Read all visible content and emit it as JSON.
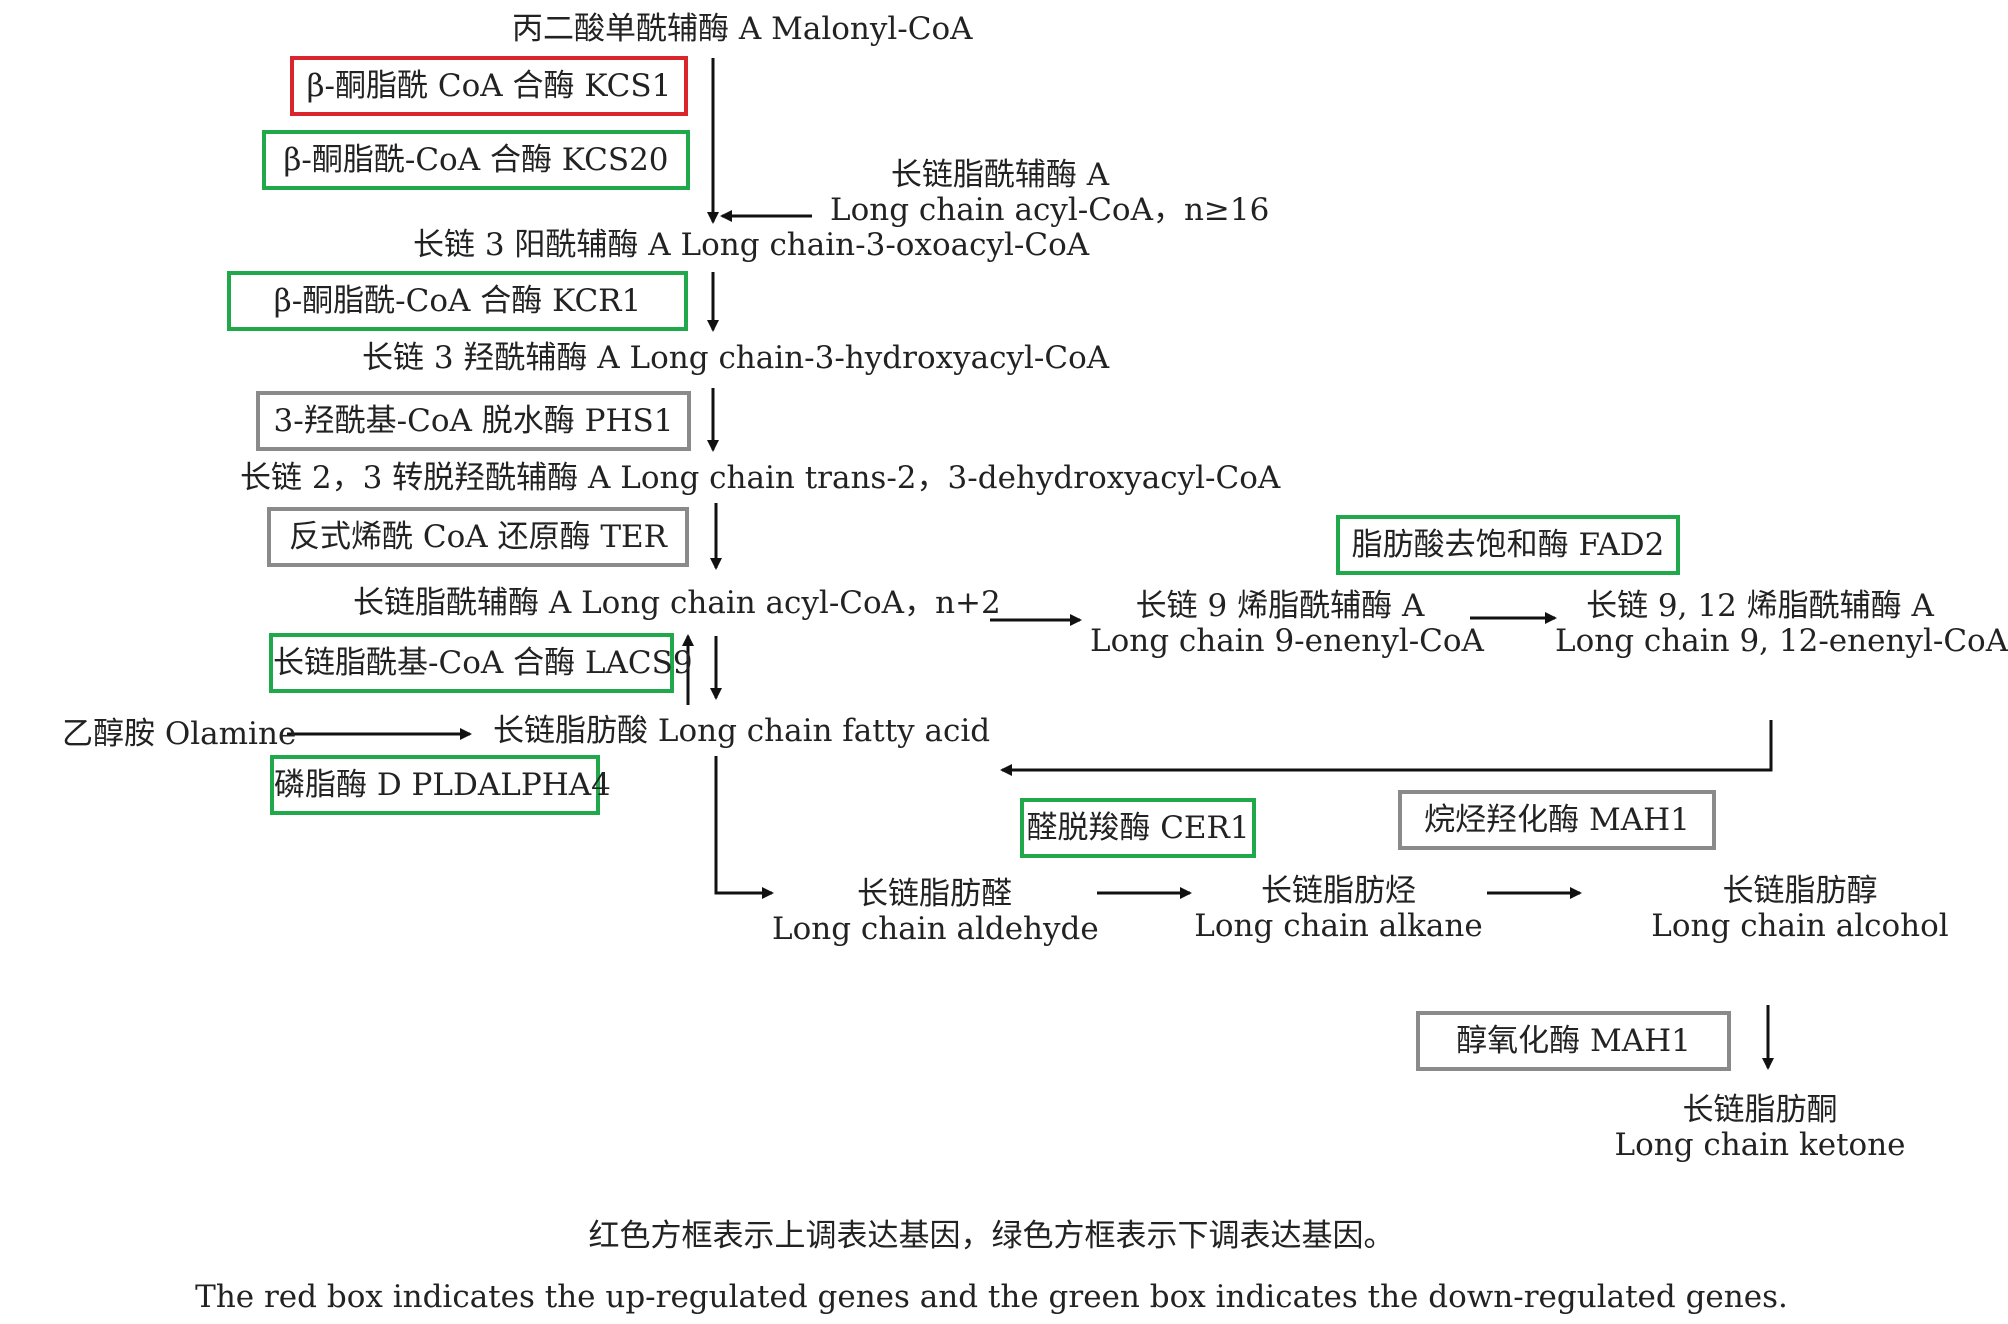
{
  "nodes": {
    "malonyl": "丙二酸单酰辅酶 A Malonyl-CoA",
    "long_acyl_zh": "长链脂酰辅酶 A",
    "long_acyl_en": "Long chain acyl-CoA，n≥16",
    "oxoacyl": "长链 3 阳酰辅酶 A Long chain-3-oxoacyl-CoA",
    "hydroxyacyl": "长链 3 羟酰辅酶 A Long chain-3-hydroxyacyl-CoA",
    "trans_dehydroxy": "长链 2，3 转脱羟酰辅酶 A Long chain trans-2，3-dehydroxyacyl-CoA",
    "acyl_n2": "长链脂酰辅酶 A Long chain acyl-CoA，n+2",
    "enenyl9_zh": "长链 9 烯脂酰辅酶 A",
    "enenyl9_en": "Long chain 9-enenyl-CoA",
    "enenyl912_zh": "长链 9, 12 烯脂酰辅酶 A",
    "enenyl912_en": "Long chain 9, 12-enenyl-CoA",
    "olamine": "乙醇胺 Olamine",
    "fatty_acid": "长链脂肪酸 Long chain fatty acid",
    "aldehyde_zh": "长链脂肪醛",
    "aldehyde_en": "Long chain aldehyde",
    "alkane_zh": "长链脂肪烃",
    "alkane_en": "Long chain alkane",
    "alcohol_zh": "长链脂肪醇",
    "alcohol_en": "Long chain alcohol",
    "ketone_zh": "长链脂肪酮",
    "ketone_en": "Long chain ketone"
  },
  "genes": {
    "kcs1": "β-酮脂酰 CoA 合酶 KCS1",
    "kcs20": "β-酮脂酰-CoA 合酶 KCS20",
    "kcr1": "β-酮脂酰-CoA 合酶 KCR1",
    "phs1": "3-羟酰基-CoA 脱水酶 PHS1",
    "ter": "反式烯酰 CoA 还原酶 TER",
    "fad2": "脂肪酸去饱和酶 FAD2",
    "lacs9": "长链脂酰基-CoA 合酶 LACS9",
    "pldalpha4": "磷脂酶 D PLDALPHA4",
    "cer1": "醛脱羧酶 CER1",
    "mah1_alkane": "烷烃羟化酶 MAH1",
    "mah1_alcohol": "醇氧化酶 MAH1"
  },
  "caption": {
    "zh": "红色方框表示上调表达基因，绿色方框表示下调表达基因。",
    "en": "The red box indicates the up-regulated genes and the green box indicates the down-regulated genes."
  },
  "colors": {
    "up_regulated": "#d9262c",
    "down_regulated": "#21a84b",
    "unchanged": "#8a8a8a"
  }
}
